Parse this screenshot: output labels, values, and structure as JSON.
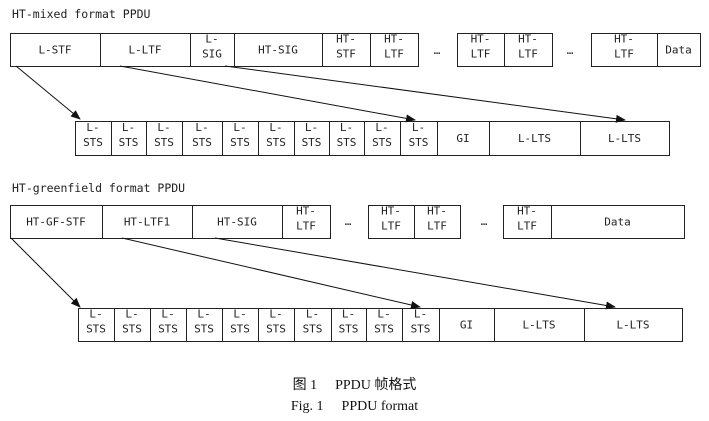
{
  "mixed": {
    "title": "HT-mixed format PPDU",
    "top_cells": [
      [
        "L-STF"
      ],
      [
        "L-LTF"
      ],
      [
        "L-",
        "SIG"
      ],
      [
        "HT-SIG"
      ],
      [
        "HT-",
        "STF"
      ],
      [
        "HT-",
        "LTF"
      ],
      [
        "HT-",
        "LTF"
      ],
      [
        "HT-",
        "LTF"
      ],
      [
        "HT-",
        "LTF"
      ],
      [
        "Data"
      ]
    ],
    "ellipsis": [
      "…",
      "…"
    ],
    "bottom_cells": [
      [
        "L-",
        "STS"
      ],
      [
        "L-",
        "STS"
      ],
      [
        "L-",
        "STS"
      ],
      [
        "L-",
        "STS"
      ],
      [
        "L-",
        "STS"
      ],
      [
        "L-",
        "STS"
      ],
      [
        "L-",
        "STS"
      ],
      [
        "L-",
        "STS"
      ],
      [
        "L-",
        "STS"
      ],
      [
        "L-",
        "STS"
      ],
      [
        "GI"
      ],
      [
        "L-LTS"
      ],
      [
        "L-LTS"
      ]
    ]
  },
  "greenfield": {
    "title": "HT-greenfield format PPDU",
    "top_cells": [
      [
        "HT-GF-STF"
      ],
      [
        "HT-LTF1"
      ],
      [
        "HT-SIG"
      ],
      [
        "HT-",
        "LTF"
      ],
      [
        "HT-",
        "LTF"
      ],
      [
        "HT-",
        "LTF"
      ],
      [
        "HT-",
        "LTF"
      ],
      [
        "Data"
      ]
    ],
    "ellipsis": [
      "…",
      "…"
    ],
    "bottom_cells": [
      [
        "L-",
        "STS"
      ],
      [
        "L-",
        "STS"
      ],
      [
        "L-",
        "STS"
      ],
      [
        "L-",
        "STS"
      ],
      [
        "L-",
        "STS"
      ],
      [
        "L-",
        "STS"
      ],
      [
        "L-",
        "STS"
      ],
      [
        "L-",
        "STS"
      ],
      [
        "L-",
        "STS"
      ],
      [
        "L-",
        "STS"
      ],
      [
        "GI"
      ],
      [
        "L-LTS"
      ],
      [
        "L-LTS"
      ]
    ]
  },
  "caption": {
    "cn_label": "图 1",
    "cn_text": "PPDU 帧格式",
    "en_label": "Fig. 1",
    "en_text": "PPDU format"
  }
}
